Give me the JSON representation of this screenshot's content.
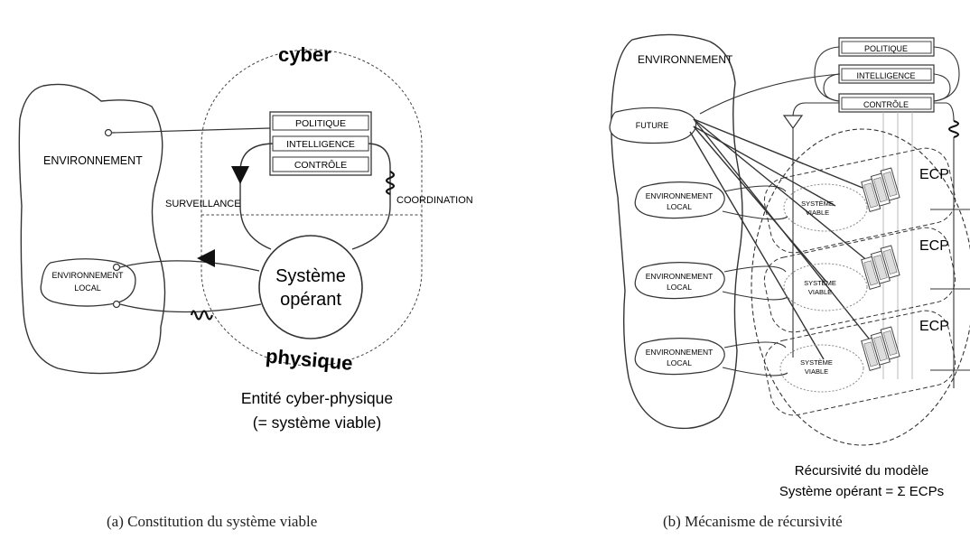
{
  "left": {
    "environment": "ENVIRONNEMENT",
    "cyber": "cyber",
    "physique": "physique",
    "boxes": [
      "POLITIQUE",
      "INTELLIGENCE",
      "CONTRÔLE"
    ],
    "surveillance": "SURVEILLANCE",
    "coordination": "COORDINATION",
    "local_env": [
      "ENVIRONNEMENT",
      "LOCAL"
    ],
    "system": [
      "Système",
      "opérant"
    ],
    "entity": [
      "Entité cyber-physique",
      "(= système viable)"
    ],
    "caption": "(a)   Constitution du système viable"
  },
  "right": {
    "environment": "ENVIRONNEMENT",
    "future": "FUTURE",
    "boxes": [
      "POLITIQUE",
      "INTELLIGENCE",
      "CONTRÔLE"
    ],
    "local_env": [
      "ENVIRONNEMENT",
      "LOCAL"
    ],
    "viable": [
      "SYSTÈME",
      "VIABLE"
    ],
    "ecp": "ECP",
    "recursion": [
      "Récursivité du modèle",
      "Système opérant = Σ ECPs"
    ],
    "caption": "(b)   Mécanisme de récursivité"
  }
}
